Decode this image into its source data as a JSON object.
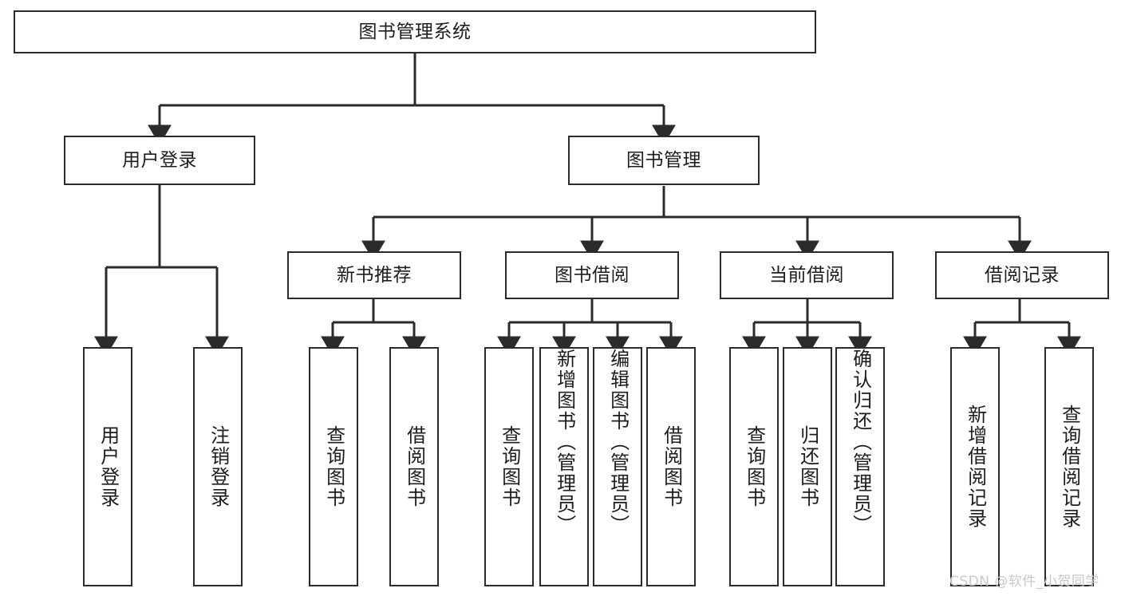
{
  "diagram": {
    "title": "图书管理系统",
    "type": "tree-hierarchy",
    "root": {
      "label": "图书管理系统"
    },
    "level2": [
      {
        "label": "用户登录"
      },
      {
        "label": "图书管理"
      }
    ],
    "level3": [
      {
        "label": "新书推荐"
      },
      {
        "label": "图书借阅"
      },
      {
        "label": "当前借阅"
      },
      {
        "label": "借阅记录"
      }
    ],
    "leaves": {
      "user_login": [
        {
          "label": "用户登录"
        },
        {
          "label": "注销登录"
        }
      ],
      "new_book_recommend": [
        {
          "label": "查询图书"
        },
        {
          "label": "借阅图书"
        }
      ],
      "book_borrow": [
        {
          "label": "查询图书"
        },
        {
          "label": "新增图书（管理员）"
        },
        {
          "label": "编辑图书（管理员）"
        },
        {
          "label": "借阅图书"
        }
      ],
      "current_borrow": [
        {
          "label": "查询图书"
        },
        {
          "label": "归还图书"
        },
        {
          "label": "确认归还（管理员）"
        }
      ],
      "borrow_record": [
        {
          "label": "新增借阅记录"
        },
        {
          "label": "查询借阅记录"
        }
      ]
    }
  },
  "watermark": {
    "text": "CSDN @软件_小贺同学"
  },
  "colors": {
    "background": "#ffffff",
    "box_border": "#2b2b2b",
    "box_fill": "#ffffff",
    "edge": "#2b2b2b",
    "text": "#1d1d1d",
    "watermark": "#c9c9c9"
  }
}
